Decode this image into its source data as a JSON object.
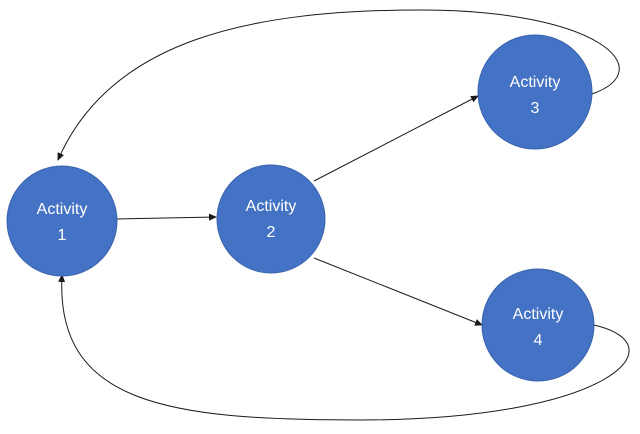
{
  "colors": {
    "node_fill": "#4472C4",
    "edge": "#1a1a1a",
    "background": "#ffffff"
  },
  "nodes": [
    {
      "id": "activity-1",
      "label_line1": "Activity",
      "label_line2": "1"
    },
    {
      "id": "activity-2",
      "label_line1": "Activity",
      "label_line2": "2"
    },
    {
      "id": "activity-3",
      "label_line1": "Activity",
      "label_line2": "3"
    },
    {
      "id": "activity-4",
      "label_line1": "Activity",
      "label_line2": "4"
    }
  ],
  "edges": [
    {
      "from": "activity-1",
      "to": "activity-2"
    },
    {
      "from": "activity-2",
      "to": "activity-3"
    },
    {
      "from": "activity-2",
      "to": "activity-4"
    },
    {
      "from": "activity-3",
      "to": "activity-1"
    },
    {
      "from": "activity-4",
      "to": "activity-1"
    }
  ]
}
